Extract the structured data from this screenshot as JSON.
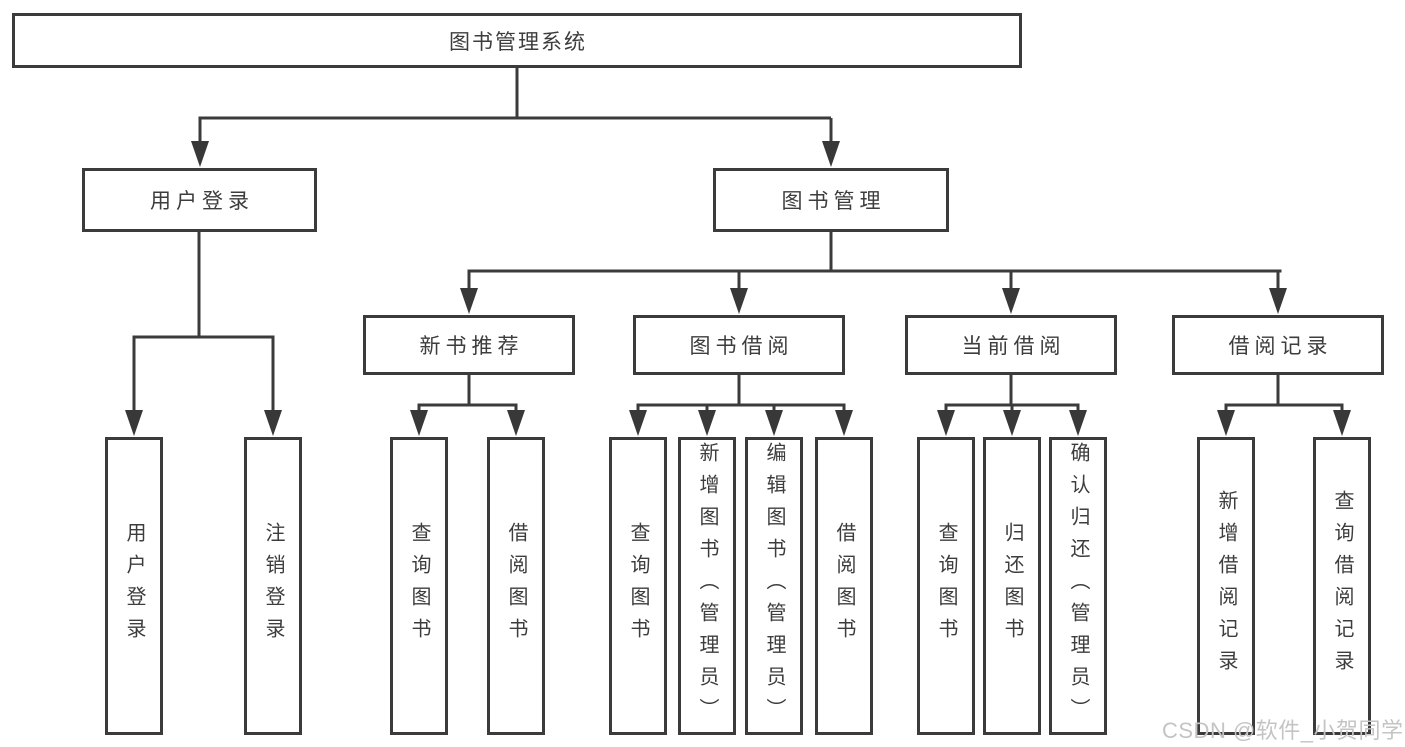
{
  "diagram": {
    "tree": {
      "label": "图书管理系统",
      "children": [
        {
          "label": "用户登录",
          "children": [
            {
              "label": "用户登录"
            },
            {
              "label": "注销登录"
            }
          ]
        },
        {
          "label": "图书管理",
          "children": [
            {
              "label": "新书推荐",
              "children": [
                {
                  "label": "查询图书"
                },
                {
                  "label": "借阅图书"
                }
              ]
            },
            {
              "label": "图书借阅",
              "children": [
                {
                  "label": "查询图书"
                },
                {
                  "label": "新增图书（管理员）"
                },
                {
                  "label": "编辑图书（管理员）"
                },
                {
                  "label": "借阅图书"
                }
              ]
            },
            {
              "label": "当前借阅",
              "children": [
                {
                  "label": "查询图书"
                },
                {
                  "label": "归还图书"
                },
                {
                  "label": "确认归还（管理员）"
                }
              ]
            },
            {
              "label": "借阅记录",
              "children": [
                {
                  "label": "新增借阅记录"
                },
                {
                  "label": "查询借阅记录"
                }
              ]
            }
          ]
        }
      ]
    },
    "colors": {
      "line": "#3b3b3b",
      "text": "#3d3d3d",
      "background": "#ffffff",
      "watermark": "#c4c4c4"
    }
  },
  "watermark": {
    "text": "CSDN @软件_小贺同学"
  }
}
